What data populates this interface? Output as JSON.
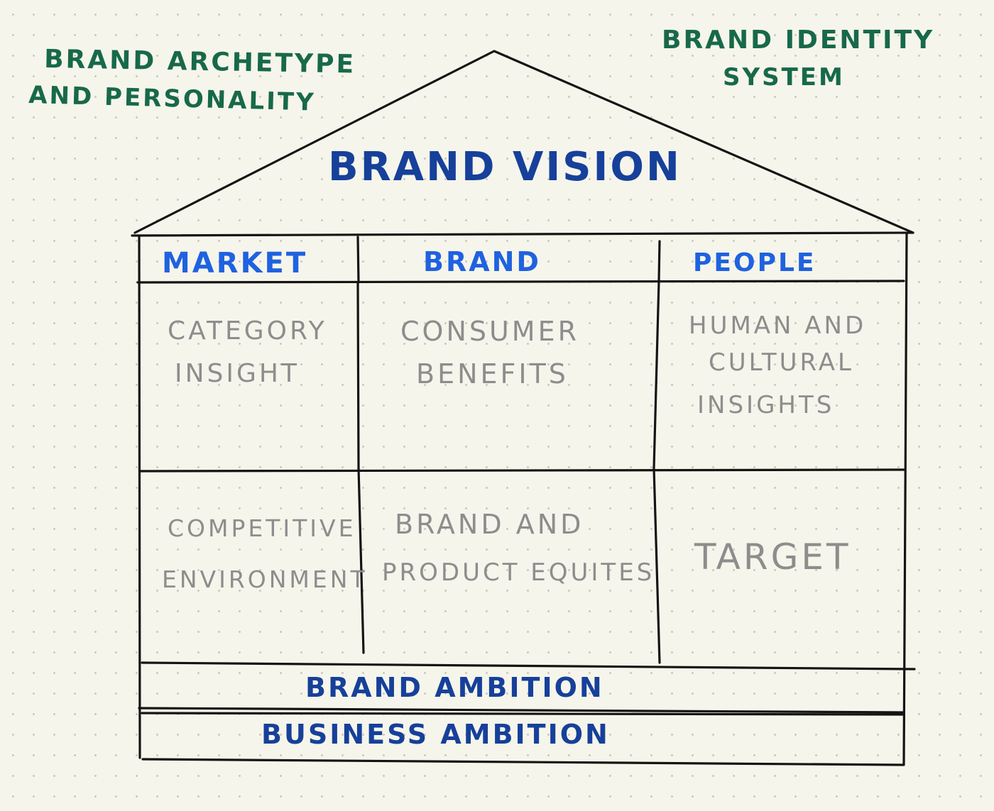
{
  "annotations": {
    "left_line1": "BRAND ARCHETYPE",
    "left_line2": "AND PERSONALITY",
    "right_line1": "BRAND IDENTITY",
    "right_line2": "SYSTEM"
  },
  "roof": {
    "title": "BRAND VISION"
  },
  "columns": {
    "market": "MARKET",
    "brand": "BRAND",
    "people": "PEOPLE"
  },
  "cells": {
    "category_insight": [
      "CATEGORY",
      "INSIGHT"
    ],
    "consumer_benefits": [
      "CONSUMER",
      "BENEFITS"
    ],
    "human_cultural": [
      "HUMAN AND",
      "CULTURAL",
      "INSIGHTS"
    ],
    "competitive_env": [
      "COMPETITIVE",
      "ENVIRONMENT"
    ],
    "brand_product": [
      "BRAND AND",
      "PRODUCT EQUITES"
    ],
    "target": [
      "TARGET"
    ]
  },
  "foundation": {
    "brand_ambition": "BRAND AMBITION",
    "business_ambition": "BUSINESS AMBITION"
  },
  "colors": {
    "annotation": "#17694a",
    "heading_dark": "#16409a",
    "heading_bright": "#1f62e0",
    "cell_text": "#8d8d8d",
    "ink": "#141414",
    "paper": "#f6f5eb"
  }
}
